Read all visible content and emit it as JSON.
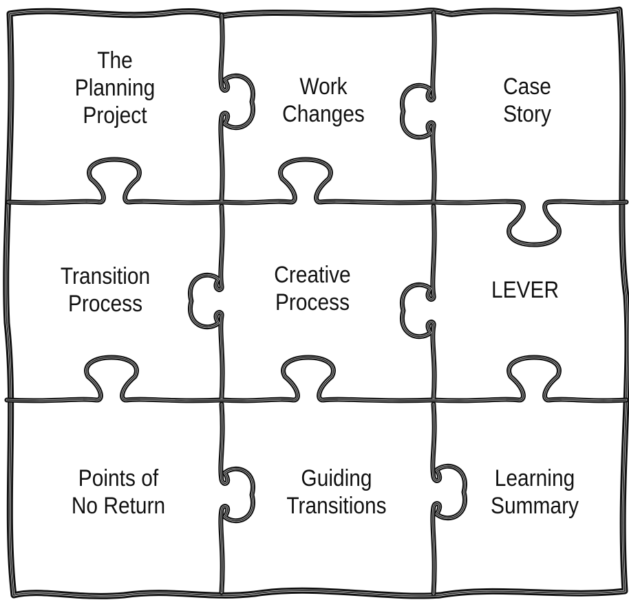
{
  "pieces": [
    {
      "id": "planning-project",
      "lines": [
        "The",
        "Planning",
        "Project"
      ]
    },
    {
      "id": "work-changes",
      "lines": [
        "Work",
        "Changes"
      ]
    },
    {
      "id": "case-story",
      "lines": [
        "Case",
        "Story"
      ]
    },
    {
      "id": "transition-process",
      "lines": [
        "Transition",
        "Process"
      ]
    },
    {
      "id": "creative-process",
      "lines": [
        "Creative",
        "Process"
      ]
    },
    {
      "id": "lever",
      "lines": [
        "LEVER"
      ]
    },
    {
      "id": "points-of-no-return",
      "lines": [
        "Points of",
        "No Return"
      ]
    },
    {
      "id": "guiding-transitions",
      "lines": [
        "Guiding",
        "Transitions"
      ]
    },
    {
      "id": "learning-summary",
      "lines": [
        "Learning",
        "Summary"
      ]
    }
  ],
  "colors": {
    "piece_fill": "#ffffff",
    "outline": "#111111"
  }
}
